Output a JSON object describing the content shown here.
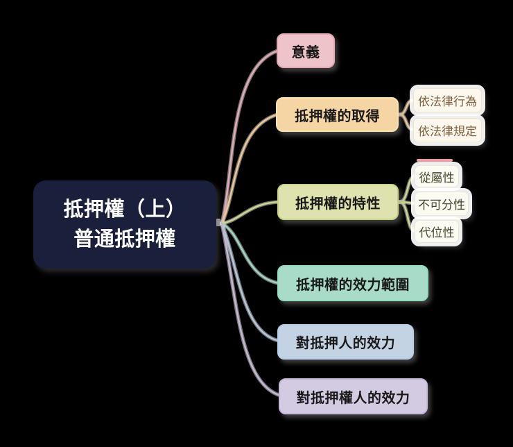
{
  "background": "#000000",
  "root": {
    "line1": "抵押權（上）",
    "line2": "普通抵押權",
    "bg": "#1a1f3c",
    "text_color": "#ffffff"
  },
  "branches": [
    {
      "label": "意義",
      "fill": "#eec3c9",
      "border": "#e6a9b3",
      "line": "#e4aab4"
    },
    {
      "label": "抵押權的取得",
      "fill": "#f6d5a5",
      "border": "#fae3ae",
      "line": "#f0c693",
      "child_fill": "#fdf8ee",
      "child_border": "#eee3cf",
      "child_text": "#7e603f",
      "children": [
        {
          "label": "依法律行為"
        },
        {
          "label": "依法律規定"
        }
      ]
    },
    {
      "label": "抵押權的特性",
      "fill": "#dee2ae",
      "border": "#c8d17e",
      "line": "#cdd68f",
      "child_fill": "#fbfbf1",
      "child_border": "#e7e7d6",
      "child_text": "#44492f",
      "accent": "#f0999e",
      "children": [
        {
          "label": "從屬性"
        },
        {
          "label": "不可分性"
        },
        {
          "label": "代位性"
        }
      ]
    },
    {
      "label": "抵押權的效力範圍",
      "fill": "#a8dcc8",
      "border": "#93dcc0",
      "line": "#9dd6c1"
    },
    {
      "label": "對抵押人的效力",
      "fill": "#c3d3e3",
      "border": "#b6cde8",
      "line": "#b2c7dd"
    },
    {
      "label": "對抵押權人的效力",
      "fill": "#d3cbe1",
      "border": "#c9b9dd",
      "line": "#c5b8d6"
    }
  ],
  "node_text_color": "#191919"
}
